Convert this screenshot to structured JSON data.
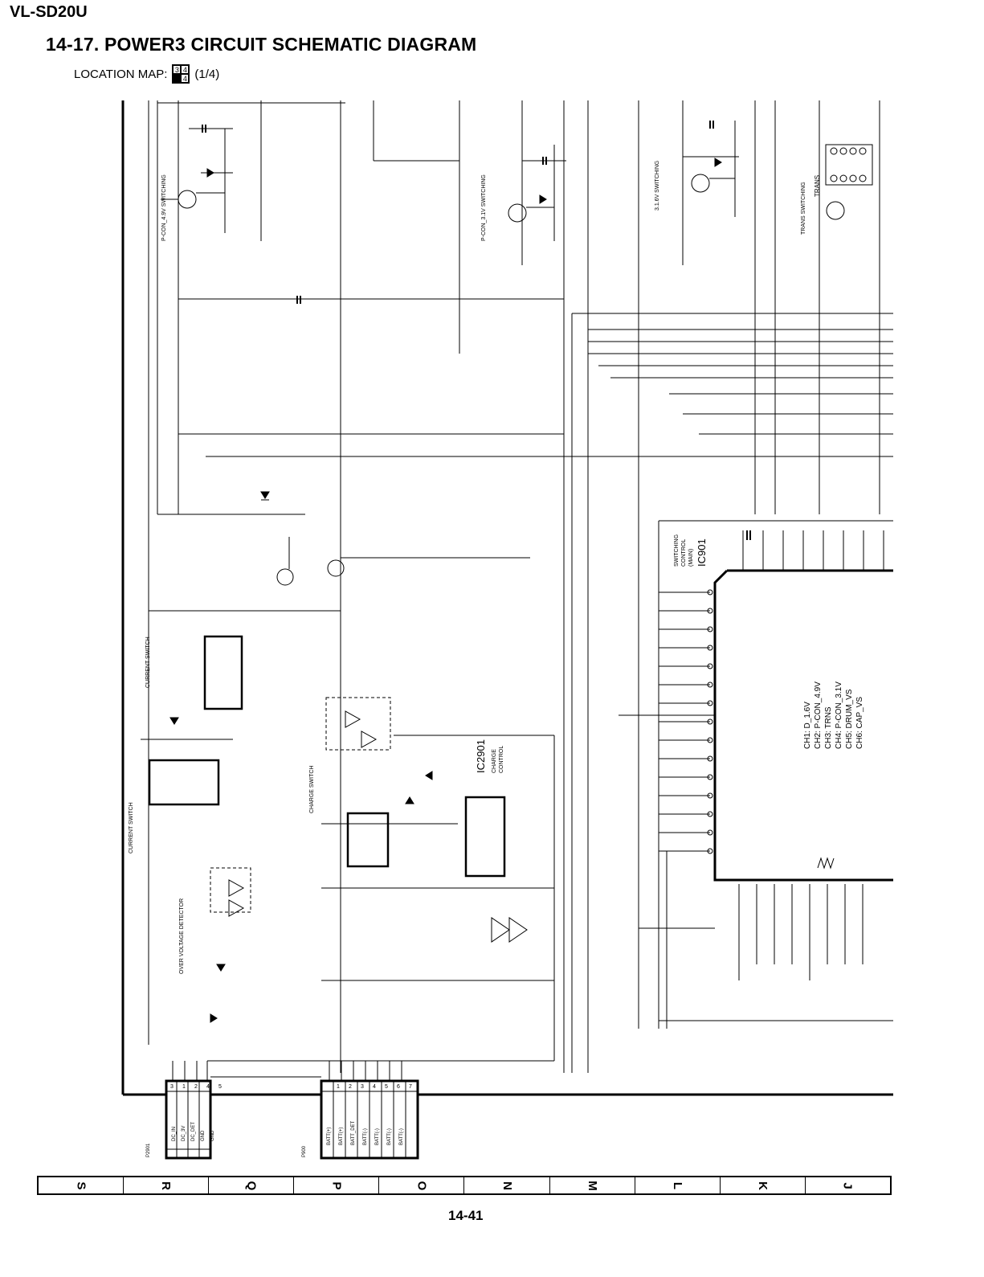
{
  "header": {
    "model": "VL-SD20U",
    "title": "14-17. POWER3 CIRCUIT SCHEMATIC DIAGRAM",
    "location_label": "LOCATION MAP:",
    "location_cells": [
      "3",
      "4",
      "2",
      "4"
    ],
    "location_page": "(1/4)"
  },
  "blocks": {
    "q910": "P-CON_4.9V SWITCHING",
    "q911": "P-CON_3.1V SWITCHING",
    "q912": "3.1.6V SWITCHING",
    "q913": "TRANS SWITCHING",
    "ic901_a": "SWITCHING",
    "ic901_b": "CONTROL",
    "ic901_c": "(MAIN)",
    "ic901_ref": "IC901",
    "ic2901_a": "CHARGE",
    "ic2901_b": "CONTROL",
    "ic2901_ref": "IC2901",
    "q2932": "CURRENT SWITCH",
    "q2933": "CURRENT SWITCH",
    "q2924": "CHARGE SWITCH",
    "ovd": "OVER VOLTAGE DETECTOR",
    "trans": "TRANS"
  },
  "channels": [
    "CH1: D_1.6V",
    "CH2: P-CON_4.9V",
    "CH3: TRNS",
    "CH4: P-CON_3.1V",
    "CH5: DRUM_VS",
    "CH6: CAP_VS"
  ],
  "connectors": {
    "left": {
      "ref": "P2901",
      "pins": [
        "1",
        "2",
        "3",
        "4",
        "5"
      ],
      "labels": [
        "DC_IN",
        "DC_3V",
        "DC_DET",
        "GND",
        "GND"
      ]
    },
    "right": {
      "ref": "P900",
      "pins": [
        "1",
        "2",
        "3",
        "4",
        "5",
        "6",
        "7"
      ],
      "labels": [
        "BATT(+)",
        "BATT(+)",
        "BATT_DET",
        "BATT(-)",
        "BATT(-)",
        "BATT(-)",
        "BATT(-)"
      ]
    }
  },
  "axis_letters": [
    "S",
    "R",
    "Q",
    "P",
    "O",
    "N",
    "M",
    "L",
    "K",
    "J"
  ],
  "page_number": "14-41"
}
